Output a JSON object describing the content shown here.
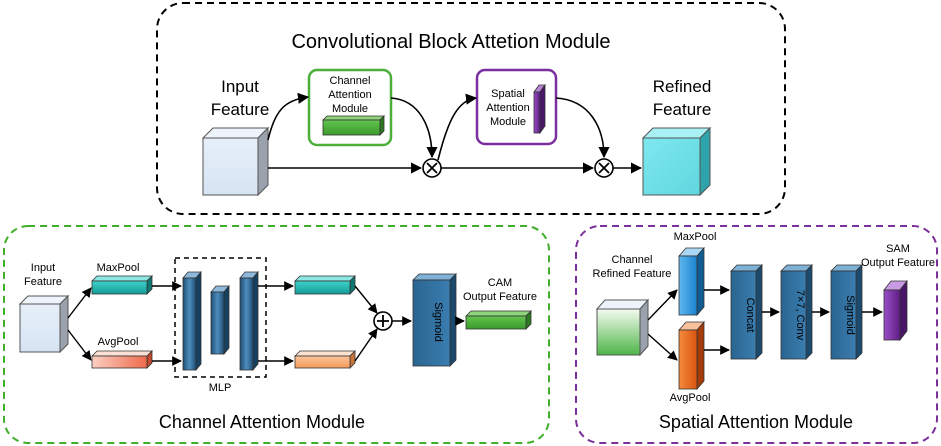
{
  "cbam": {
    "title": "Convolutional Block Attetion Module",
    "input_line1": "Input",
    "input_line2": "Feature",
    "channel_box_line1": "Channel",
    "channel_box_line2": "Attention",
    "channel_box_line3": "Module",
    "spatial_box_line1": "Spatial",
    "spatial_box_line2": "Attention",
    "spatial_box_line3": "Module",
    "refined_line1": "Refined",
    "refined_line2": "Feature"
  },
  "cam": {
    "title": "Channel Attention Module",
    "input_line1": "Input",
    "input_line2": "Feature",
    "maxpool": "MaxPool",
    "avgpool": "AvgPool",
    "mlp": "MLP",
    "sigmoid": "Sigmoid",
    "output_line1": "CAM",
    "output_line2": "Output Feature"
  },
  "sam": {
    "title": "Spatial Attention Module",
    "input_line1": "Channel",
    "input_line2": "Refined Feature",
    "maxpool": "MaxPool",
    "avgpool": "AvgPool",
    "concat": "Concat",
    "conv": "7×7,  Conv",
    "sigmoid": "Sigmoid",
    "output_line1": "SAM",
    "output_line2": "Output Feature"
  },
  "colors": {
    "cbam_border": "#000000",
    "cam_border": "#3fae2a",
    "sam_border": "#7a2f9a",
    "input_cube": "#dce8f5",
    "refined_cube": "#6fe0e8",
    "green_bar": "#4cae3a",
    "purple_bar": "#7a2ea0",
    "teal_bar": "#1fb5b0",
    "salmon_bar": "#f2826a",
    "orange_bar": "#f5ab72",
    "blue_block": "#2f6b98",
    "sigmoid_block": "#2f6b98"
  }
}
